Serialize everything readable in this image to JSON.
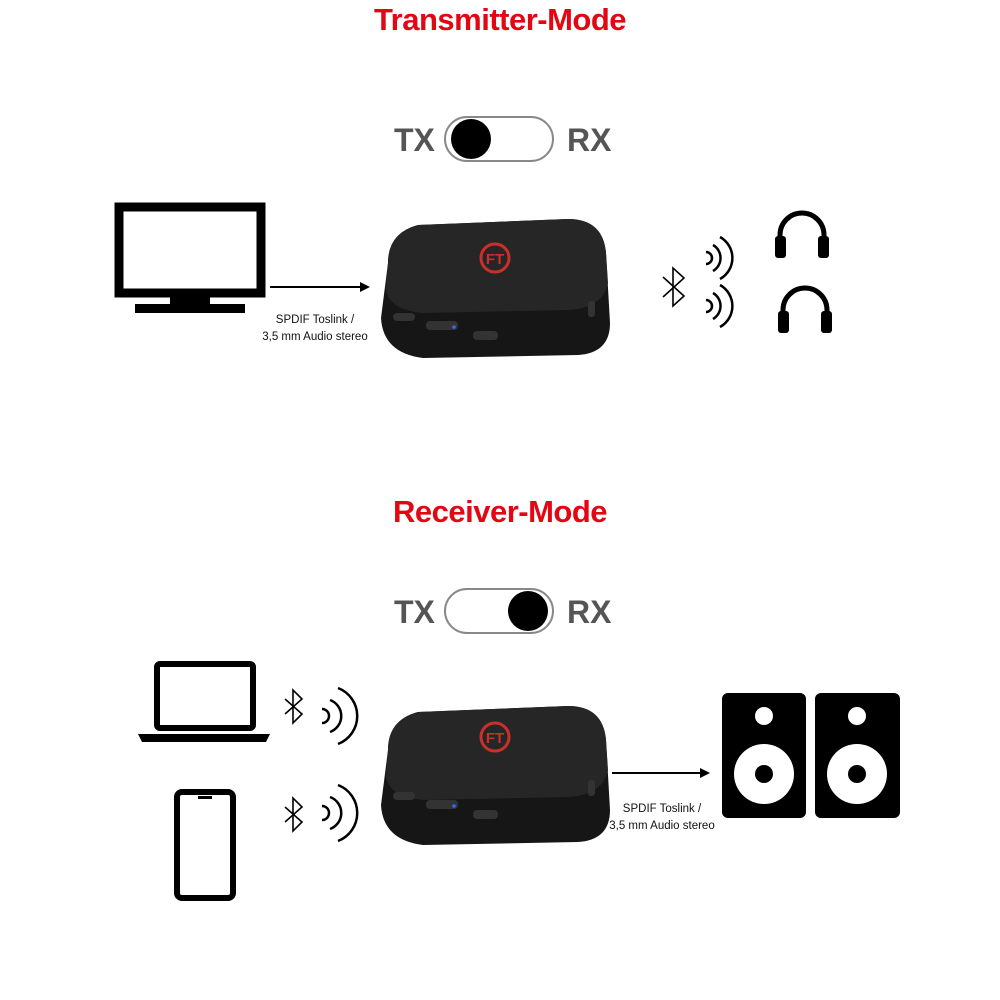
{
  "transmitter": {
    "title": "Transmitter-Mode",
    "toggle": {
      "left": "TX",
      "right": "RX",
      "selected": "TX"
    },
    "connection_label_line1": "SPDIF Toslink /",
    "connection_label_line2": "3,5 mm Audio stereo"
  },
  "receiver": {
    "title": "Receiver-Mode",
    "toggle": {
      "left": "TX",
      "right": "RX",
      "selected": "RX"
    },
    "connection_label_line1": "SPDIF Toslink /",
    "connection_label_line2": "3,5 mm Audio stereo"
  },
  "colors": {
    "title": "#e30613",
    "toggle_text": "#555555",
    "device": "#1a1a1a",
    "logo": "#c8302a"
  }
}
